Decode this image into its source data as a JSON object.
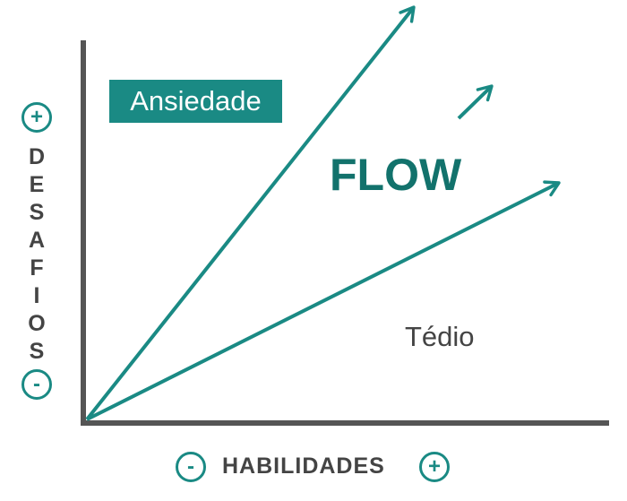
{
  "regions": {
    "anxiety": "Ansiedade",
    "flow": "FLOW",
    "boredom": "Tédio"
  },
  "y_axis": {
    "title": "DESAFIOS",
    "high_symbol": "+",
    "low_symbol": "-"
  },
  "x_axis": {
    "title": "HABILIDADES",
    "low_symbol": "-",
    "high_symbol": "+"
  },
  "colors": {
    "accent": "#1a8a84",
    "flow_text": "#12726c",
    "axis": "#555555",
    "text": "#444444"
  }
}
